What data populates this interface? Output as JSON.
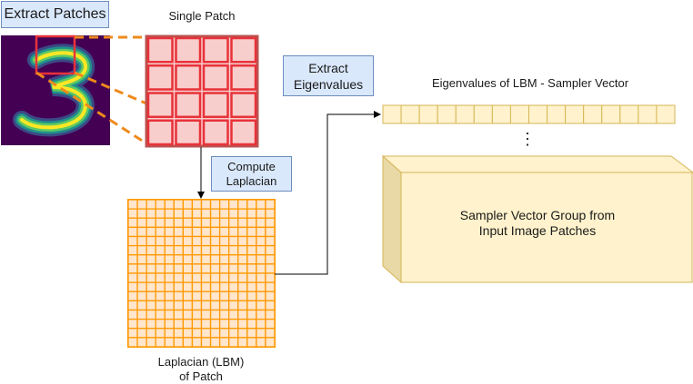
{
  "labels": {
    "extract_patches": "Extract Patches",
    "single_patch": "Single Patch",
    "extract_eigenvalues_line1": "Extract",
    "extract_eigenvalues_line2": "Eigenvalues",
    "eigen_vector_title": "Eigenvalues of LBM - Sampler Vector",
    "compute_laplacian_line1": "Compute",
    "compute_laplacian_line2": "Laplacian",
    "laplacian_caption_line1": "Laplacian (LBM)",
    "laplacian_caption_line2": "of Patch",
    "sampler_group_line1": "Sampler Vector Group from",
    "sampler_group_line2": "Input Image Patches",
    "ellipsis": "⋮"
  },
  "colors": {
    "label_fill": "#dae8fc",
    "label_stroke": "#6c8ebf",
    "patch_fill": "#f8cecc",
    "patch_grid": "#e8323a",
    "patch_border": "#b85450",
    "laplacian_fill": "#ffe6cc",
    "laplacian_grid": "#ff9900",
    "vector_fill": "#fff2cc",
    "vector_stroke": "#d6b656",
    "dash_orange": "#ee8a1c",
    "digit_bg": "#440154"
  },
  "structure": {
    "patch_grid_cells": 4,
    "laplacian_grid_cells": 16,
    "vector_cells": 16
  }
}
